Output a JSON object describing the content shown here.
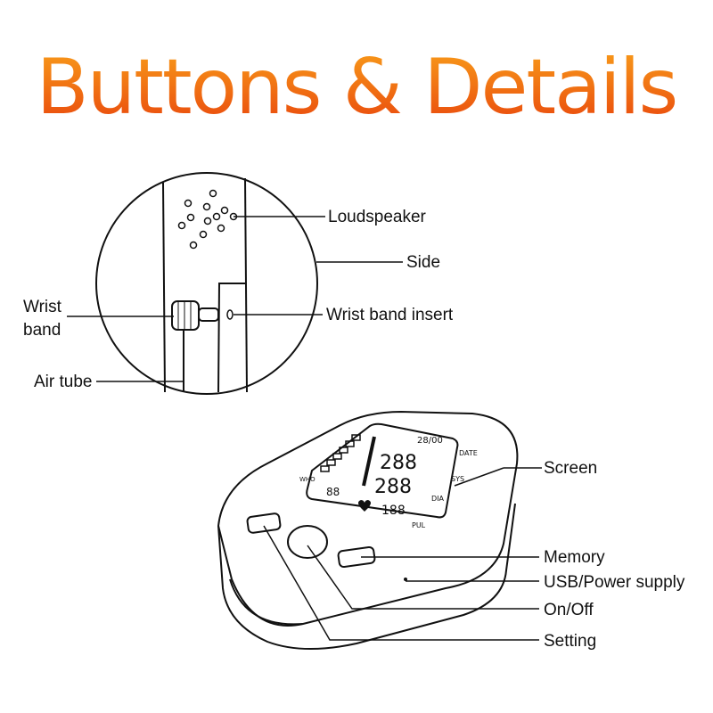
{
  "title": "Buttons & Details",
  "labels": {
    "loudspeaker": "Loudspeaker",
    "side": "Side",
    "wrist_band_1": "Wrist",
    "wrist_band_2": "band",
    "wrist_band_insert": "Wrist band insert",
    "air_tube": "Air tube",
    "screen": "Screen",
    "memory": "Memory",
    "usb_power": "USB/Power supply",
    "on_off": "On/Off",
    "setting": "Setting"
  },
  "lcd": {
    "date_time": "28/00",
    "date": "DATE",
    "sys": "SYS",
    "dia": "DIA",
    "pul": "PUL",
    "who": "WHO",
    "sys_value": "288",
    "dia_value": "288",
    "pul_value": "188",
    "memory_no": "88"
  }
}
